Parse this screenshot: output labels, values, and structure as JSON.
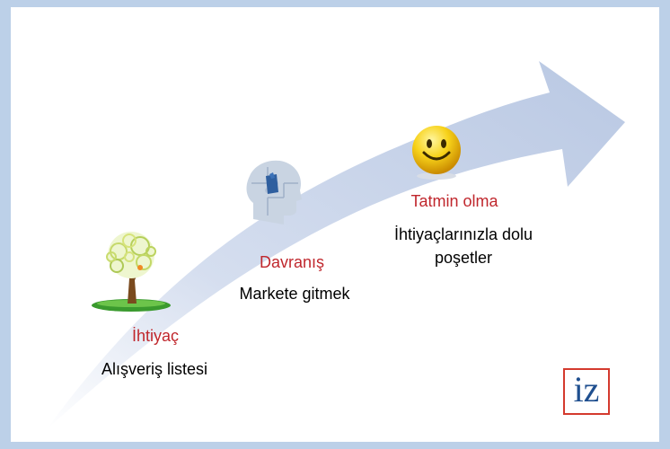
{
  "stages": [
    {
      "title": "İhtiyaç",
      "description": "Alışveriş listesi",
      "icon": "tree-icon"
    },
    {
      "title": "Davranış",
      "description": "Markete gitmek",
      "icon": "puzzle-head-icon"
    },
    {
      "title": "Tatmin olma",
      "description": "İhtiyaçlarınızla dolu poşetler",
      "icon": "smiley-icon"
    }
  ],
  "logo": {
    "text": "iz"
  },
  "colors": {
    "background": "#bcd0e8",
    "arrow": "#c7d3e8",
    "stage_title": "#c0272d",
    "logo_border": "#d43a2e",
    "logo_text": "#1f4f8f"
  }
}
